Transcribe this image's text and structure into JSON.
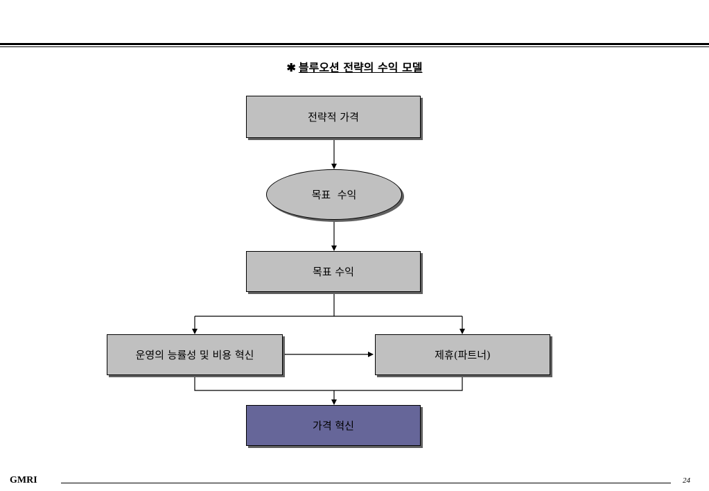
{
  "title": {
    "mark": "✱",
    "text": "블루오션 전략의 수익 모델"
  },
  "nodes": {
    "strategic_price": "전략적 가격",
    "target_profit_ellipse": "목표  수익",
    "target_profit_box": "목표 수익",
    "efficiency": "운영의 능률성 및 비용 혁신",
    "partners": "제휴(파트너)",
    "price_innovation": "가격 혁신"
  },
  "colors": {
    "node_fill": "#c0c0c0",
    "final_fill": "#666699"
  },
  "footer": {
    "logo": "GMRI",
    "page": "24"
  }
}
